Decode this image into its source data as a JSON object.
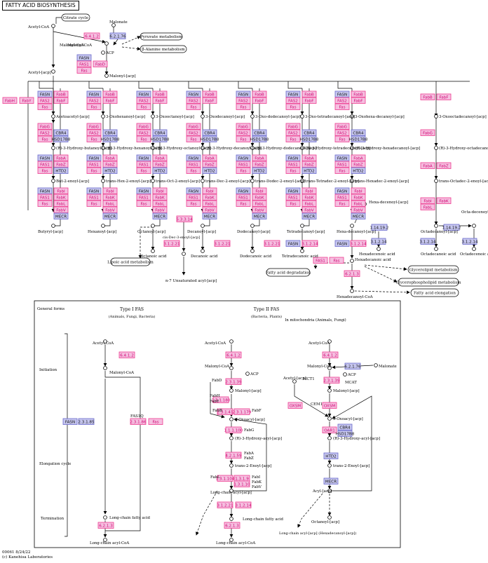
{
  "title": "FATTY ACID BIOSYNTHESIS",
  "footer": {
    "line1": "00061 8/24/22",
    "line2": "(c) Kanehisa Laboratories"
  },
  "colors": {
    "pink_fill": "#f5bfe0",
    "pink_text": "#d0006f",
    "pink_border": "#ee3b8f",
    "blue_fill": "#c6c6ef",
    "blue_border": "#6a6acb",
    "line": "#000000"
  },
  "top": {
    "labels": {
      "acetyl_coa": "Acetyl-CoA",
      "citrate_cycle": "Citrate cycle",
      "malonate": "Malonate",
      "pyruvate_metabolism": "Pyruvate metabolism",
      "beta_alanine": "β-Alanine metabolism",
      "malonyl_coa": "Malonyl-CoA",
      "acp": "ACP",
      "acetyl_acp": "Acetyl-[acp]",
      "malonyl_acp": "Malonyl-[acp]",
      "acetoacetyl": "Acetoacetyl-[acp]",
      "r3_hydroxybutanoyl": "(R)-3-Hydroxy-butanoyl-[acp]",
      "but2_enoyl": "But-2-enoyl-[acp]",
      "butyryl": "Butyryl-[acp]",
      "oxohexanoyl": "3-Oxohexanoyl-[acp]",
      "r3_hydroxyhexanoyl": "(R)-3-Hydroxy-hexanoyl-[acp]",
      "transhex2": "trans-Hex-2-enoyl-[acp]",
      "hexanoyl": "Hexanoyl-[acp]",
      "oxooctanoyl": "3-Oxooctanoyl-[acp]",
      "r3_hydroxyoctanoyl": "(R)-3-Hydroxy-octanoyl-[acp]",
      "transoct2": "trans-Oct-2-enoyl-[acp]",
      "octanoyl": "Octanoyl-[acp]",
      "oxodecanoyl": "3-Oxodecanoyl-[acp]",
      "r3_hydroxydecanoyl": "(R)-3-Hydroxy-decanoyl-[acp]",
      "transdec2": "trans-Dec-2-enoyl-[acp]",
      "decanoyl": "Decanoyl-[acp]",
      "oxododecanoyl": "3-Oxo-dodecanoyl-[acp]",
      "r3_hydroxydodecanoyl": "(R)-3-Hydroxy-dodecanoyl-[acp]",
      "transdodec2": "trans-Dodec-2-enoyl-[acp]",
      "dodecanoyl": "Dodecanoyl-[acp]",
      "oxotetradecanoyl": "3-Oxo-tetradecanoyl-[acp]",
      "r3_hydroxytetradecanoyl": "(R)-3-Hydroxy-tetradecanoyl-[acp]",
      "transtetradec2": "trans-Tetradec-2-enoyl-[acp]",
      "tetradecanoyl": "Tetradecanoyl-[acp]",
      "oxohexadecanoyl": "3-Oxohexa-decanoyl-[acp]",
      "r3_hydroxyhexadecanoyl": "(R)-3-Hydroxy-hexadecanoyl-[acp]",
      "transhexadec2": "trans-Hexadec-2-enoyl-[acp]",
      "hexadecanoyl": "Hexa-decanoyl-[acp]",
      "oxooctadecanoyl": "3-Oxooctadecanoyl-[acp]",
      "r3_hydroxyoctadecanoyl": "(R)-3-Hydroxy-octadecanoyl-[acp]",
      "transoctadec2": "trans-Octadec-2-enoyl-[acp]",
      "hexadecenoyl": "Hexa-decenoyl-[acp]",
      "octadecanoyl": "Octadecanoyl-[acp]",
      "octadecenoyl": "Octa-decenoyl-[acp]",
      "cis_dec3": "cis-Dec-3-enoyl-[acp]",
      "octanoic": "Octanoic acid",
      "decanoic": "Decanoic acid",
      "dodecanoic": "Dodecanoic acid",
      "tetradecanoic": "Tetradecanoic acid",
      "hexadecenoic": "Hexadecenoic acid",
      "octadecanoic": "Octadecanoic acid",
      "octadecenoic": "Octadecenoic acid",
      "hexadecanoic_acid": "Hexadecanoic acid",
      "hexadecanoyl_coa": "Hexadecanoyl-CoA",
      "n7_unsat": "n-7 Unsaturated acyl-[acp]",
      "lipoic": "Lipoic acid metabolism",
      "fa_degradation": "Fatty acid degradation",
      "glycerolipid": "Glycerolipid metabolism",
      "glycerophospholipid": "Glycerophospholipid metabolism",
      "fa_elongation": "Fatty acid elongation"
    },
    "enzymes": {
      "e6412": "6.4.1.2",
      "e62176": "6.2.1.76",
      "fasn": "FASN",
      "fas1": "FAS1",
      "fas2": "FAS2",
      "fas": "Fas",
      "fabd": "FabD",
      "fabh": "FabH",
      "faby": "FabY",
      "fabb": "FabB",
      "fabf": "FabF",
      "fabg": "FabG",
      "cbr4": "CBR4",
      "hsd17b8": "HSD17B8",
      "faba": "FabA",
      "fabz": "FabZ",
      "htd2": "HTD2",
      "fabi": "FabI",
      "fabk": "FabK",
      "fabl": "FabL",
      "fabv": "FabV",
      "mecr": "MECR",
      "e31221": "3.1.2.21",
      "e53314": "5.3.3.14",
      "e31214": "3.1.2.14",
      "e11419": "1.14.19.2",
      "e6213": "6.2.1.3"
    }
  },
  "bottom": {
    "section_label": "General forms",
    "stages": {
      "initiation": "Initiation",
      "elongation": "Elongation cycle",
      "termination": "Termination"
    },
    "typeI": {
      "title": "Type I FAS",
      "subtitle": "(Animals, Fungi, Bacteria)",
      "acetyl_coa": "Acetyl-CoA",
      "malonyl_coa": "Malonyl-CoA",
      "long_chain_fa": "Long-chain fatty acid",
      "long_chain_acyl_coa": "Long-chain acyl-CoA",
      "e6412": "6.4.1.2",
      "fasn": "FASN",
      "e23185": "2.3.1.85",
      "fas1q": "FAS1Q",
      "e23186": "2.3.1.86",
      "fas": "Fas",
      "e6213": "6.2.1.3"
    },
    "typeII": {
      "title": "Type II FAS",
      "subtitle": "(Bacteria, Plants)",
      "acetyl_coa": "Acetyl-CoA",
      "malonyl_coa": "Malonyl-CoA",
      "acp": "ACP",
      "fabd": "FabD",
      "malonyl_acp": "Malonyl-[acp]",
      "fabh": "FabH",
      "faby": "FabY",
      "fabb": "FabB",
      "fabf": "FabF",
      "fabg": "FabG",
      "faba": "FabA",
      "fabz": "FabZ",
      "fabl": "FabL",
      "fabi": "FabI",
      "fabk": "FabK",
      "fabv": "FabV",
      "oxoacyl": "3-Oxoacyl-[acp]",
      "r3_hydroxyacyl": "(R)-3-Hydroxy-acyl-[acp]",
      "trans2enoyl": "trans-2-Enoyl-[acp]",
      "long_chain_acyl_acp": "Long-chain acyl-[acp]",
      "long_chain_fa": "Long-chain fatty acid",
      "long_chain_acyl_coa": "Long-chain acyl-CoA",
      "e6412": "6.4.1.2",
      "e23139": "2.3.1.39",
      "e231180": "2.3.1.180",
      "e231341": "2.3.1.41",
      "e231179": "2.3.1.179",
      "e111100": "1.1.1.100",
      "e42159": "4.2.1.59",
      "e1319": "1.3.1.9",
      "e131104": "1.3.1.104",
      "e13110": "1.3.1.10",
      "e31221": "3.1.2.21",
      "e31214": "3.1.2.14",
      "e6213": "6.2.1.3"
    },
    "mito": {
      "subtitle": "In mitochondria (Animals, Fungi)",
      "acetyl_coa": "Acetyl-CoA",
      "malonyl_coa": "Malonyl-CoA",
      "malonate": "Malonate",
      "acp": "ACP",
      "acetyl_acp": "Acetyl-[acp]",
      "mct1": "MCT1",
      "mcat": "MCAT",
      "malonyl_acp": "Malonyl-[acp]",
      "cem1": "CEM1",
      "oxsm": "OXSM",
      "oar1": "OAR1",
      "cbr4": "CBR4",
      "hsd17b8": "HSD17B8",
      "htd2": "HTD2",
      "mecr": "MECR",
      "oxoacyl": "3-Oxoacyl-[acp]",
      "r3_hydroxyacyl": "(R)-3-Hydroxy-acyl-[acp]",
      "trans2enoyl": "trans-2-Enoyl-[acp]",
      "acyl_acp": "Acyl-[acp]",
      "octanoyl_acp": "Octanoyl-[acp]",
      "long_chain_acyl_acp": "Long-chain acyl-[acp] (Hexadecanoyl-[acp])",
      "e6412": "6.4.1.2",
      "e62176": "6.2.1.76",
      "e23139": "2.3.1.39"
    }
  }
}
